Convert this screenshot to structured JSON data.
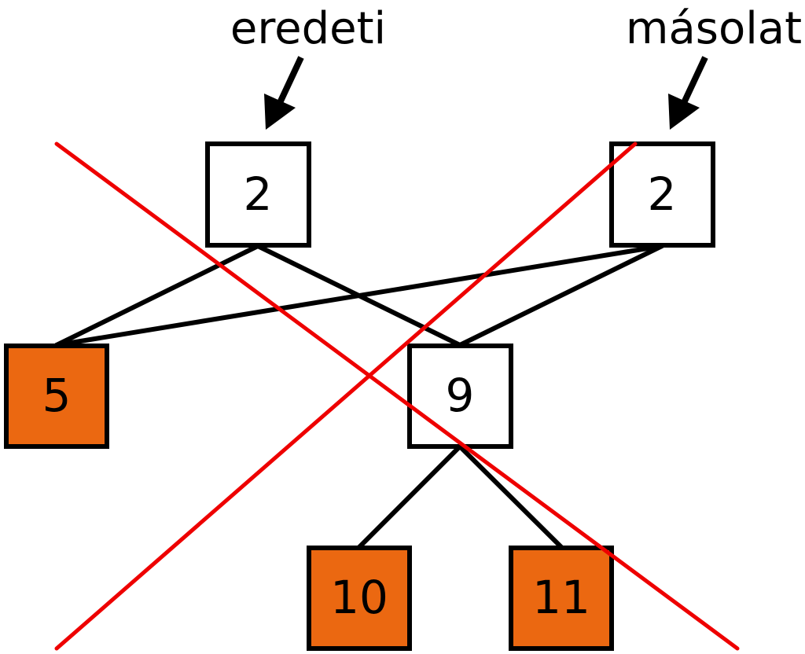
{
  "labels": {
    "original": "eredeti",
    "copy": "másolat"
  },
  "nodes": {
    "original_root": "2",
    "copy_root": "2",
    "left_leaf": "5",
    "middle": "9",
    "bottom_left": "10",
    "bottom_right": "11"
  },
  "colors": {
    "highlight_fill": "#eb6811",
    "plain_fill": "#ffffff",
    "stroke": "#000000",
    "cross_out": "#ee0000"
  }
}
